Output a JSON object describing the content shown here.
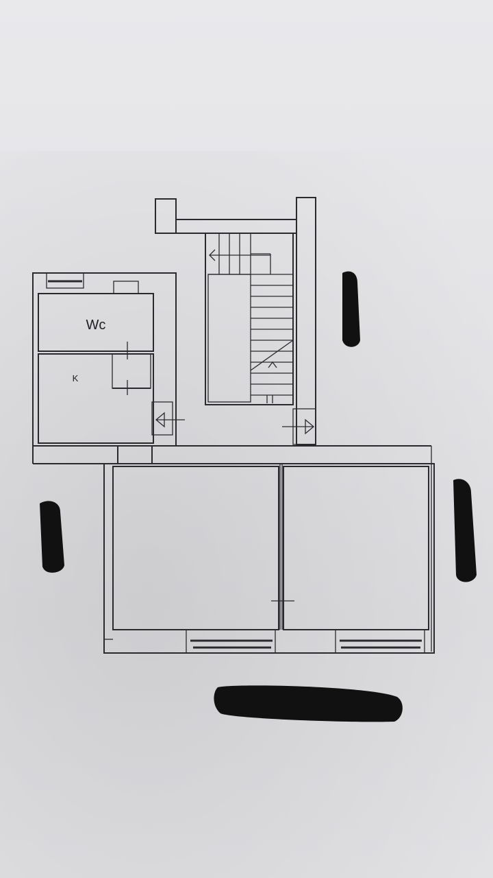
{
  "plan": {
    "rooms": {
      "wc": "Wc",
      "kitchen": "K"
    },
    "redaction_marks": 4
  }
}
